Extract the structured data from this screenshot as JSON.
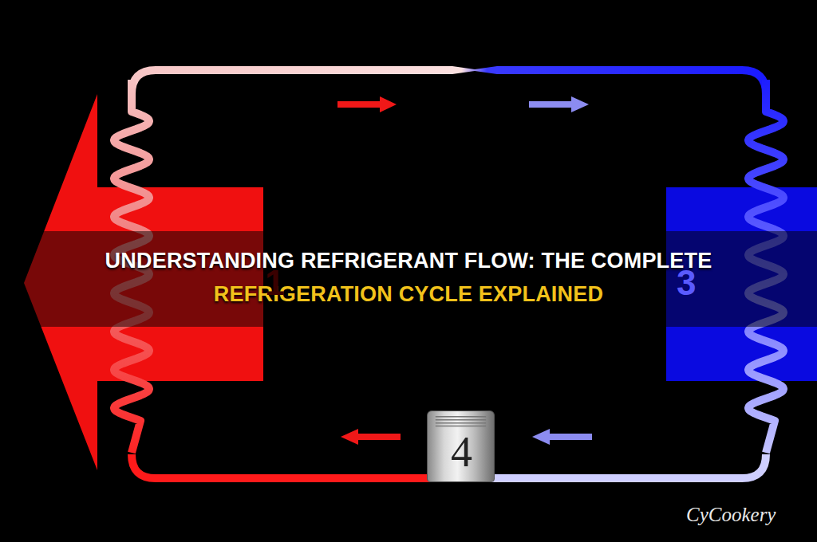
{
  "diagram": {
    "title": "UNDERSTANDING REFRIGERANT FLOW: THE COMPLETE REFRIGERATION CYCLE EXPLAINED",
    "nodes": [
      {
        "text": [
          "4"
        ]
      }
    ],
    "labels": [
      "1",
      "3",
      "CyCookery"
    ]
  }
}
